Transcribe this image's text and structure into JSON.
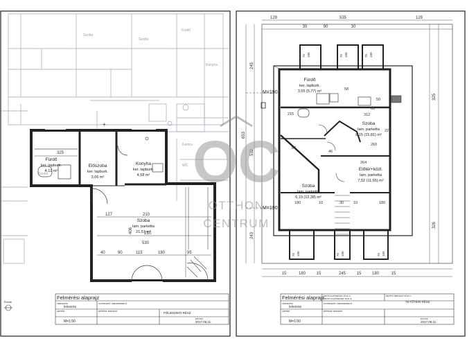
{
  "left_sheet": {
    "rooms": [
      {
        "name": "Fürdő",
        "finish": "ker. lapburk.",
        "area": "4,12 m²"
      },
      {
        "name": "Előszoba",
        "finish": "ker. lapburk.",
        "area": "3,06 m²"
      },
      {
        "name": "Konyha",
        "finish": "ker. lapburk.",
        "area": "4,58 m²"
      },
      {
        "name": "Szoba",
        "finish": "lam. parketta",
        "area": "21,51 m²"
      }
    ],
    "background_rooms": [
      "Szoba",
      "Szoba",
      "Szoba",
      "Fürdő",
      "Konyha",
      "Kamra",
      "WC"
    ],
    "dimensions": {
      "d325": "325",
      "d210a": "210",
      "d127": "127",
      "d210b": "210",
      "d530": "530",
      "d40": "40",
      "d90": "90",
      "d115": "115",
      "d180": "180",
      "d95": "95",
      "d406": "406"
    },
    "markers": {
      "plus": "+",
      "north": "Észak"
    },
    "title_block": {
      "title": "Felmérési alaprajz",
      "designer_label": "TERVEZTE",
      "designer": "felmérési",
      "contractor_label": "KIVITELEZŐ / MEGRENDELŐ",
      "drawing_name": "FÖLDSZINTI RÉSZ",
      "scale_label": "LÉPTÉK",
      "scale": "M=1:50",
      "builder_label": "ÉPÍTÉSZ TERVEZŐ",
      "date_label": "DÁTUM",
      "date": "2017.06.11."
    }
  },
  "right_sheet": {
    "rooms": [
      {
        "name": "Fürdő",
        "finish": "ker. lapburk.",
        "area": "3,55 (5,77) m²"
      },
      {
        "name": "Szoba",
        "finish": "lam. parketta",
        "area": "8,15 (15,81) m²"
      },
      {
        "name": "Előtér+közl.",
        "finish": "lam. parketta",
        "area": "7,52 (11,65) m²"
      },
      {
        "name": "Szoba",
        "finish": "lam. parketta",
        "area": "6,19 (12,38) m²"
      }
    ],
    "top_dimensions": [
      "129",
      "535",
      "129",
      "30",
      "90",
      "30"
    ],
    "bottom_dimensions": [
      "15",
      "180",
      "15",
      "245",
      "15",
      "180",
      "15"
    ],
    "inner_dimensions": [
      "215",
      "58",
      "312",
      "50",
      "63",
      "260",
      "264",
      "227",
      "87",
      "46",
      "180",
      "10",
      "30",
      "10",
      "180"
    ],
    "window_heights": [
      "75",
      "160",
      "75",
      "160",
      "75",
      "160",
      "75",
      "160",
      "75",
      "160",
      "75",
      "160"
    ],
    "height_marks": {
      "upper": "M=190",
      "lower": "M=190"
    },
    "side_dimensions": {
      "left": [
        "245",
        "653",
        "532",
        "243"
      ],
      "right": [
        "325",
        "326"
      ]
    },
    "title_block": {
      "title": "Felmérési alaprajz",
      "designer_label": "TERVEZTE",
      "designer": "felmérési",
      "net_floor_label": "NETTÓ ALAPTERÜLET: 25,41 m²",
      "gross_label": "BRUTTÓ ALAPTERÜLET: 45,61 m²",
      "volume_label": "BRUTTÓ TÉRFOGAT: 55,00 m³",
      "contractor_label": "KIVITELEZŐ / MEGRENDELŐ",
      "drawing_name": "TETŐTÉRI RÉSZ",
      "scale_label": "LÉPTÉK",
      "scale": "M=1:50",
      "builder_label": "ÉPÍTÉSZ TERVEZŐ",
      "date_label": "DÁTUM",
      "date": "2017.06.11."
    }
  },
  "watermark": {
    "monogram": "OC",
    "line1": "OTTHON",
    "line2": "CENTRUM"
  }
}
